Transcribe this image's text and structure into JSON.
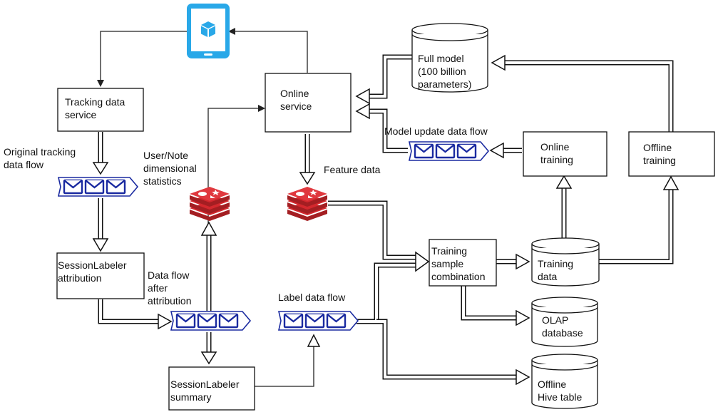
{
  "nodes": {
    "tracking_service": "Tracking data\nservice",
    "online_service": "Online\nservice",
    "full_model": "Full model\n(100 billion\nparameters)",
    "online_training": "Online\ntraining",
    "offline_training": "Offline\ntraining",
    "session_attr": "SessionLabeler\nattribution",
    "session_summary": "SessionLabeler\nsummary",
    "training_sample": "Training\nsample\ncombination",
    "training_data": "Training\ndata",
    "olap": "OLAP\ndatabase",
    "hive": "Offline\nHive table"
  },
  "labels": {
    "original_tracking": "Original tracking\ndata flow",
    "user_note_stats": "User/Note\ndimensional\nstatistics",
    "model_update": "Model update data flow",
    "feature_data": "Feature data",
    "data_flow_after": "Data flow\nafter\nattribution",
    "label_data_flow": "Label data flow"
  },
  "icons": {
    "phone": "tablet-cube-icon",
    "queue": "message-queue-icon",
    "cache": "redis-stack-icon"
  },
  "colors": {
    "phone": "#29a8e8",
    "queue": "#1a2aa0",
    "cache": "#d4282e"
  }
}
